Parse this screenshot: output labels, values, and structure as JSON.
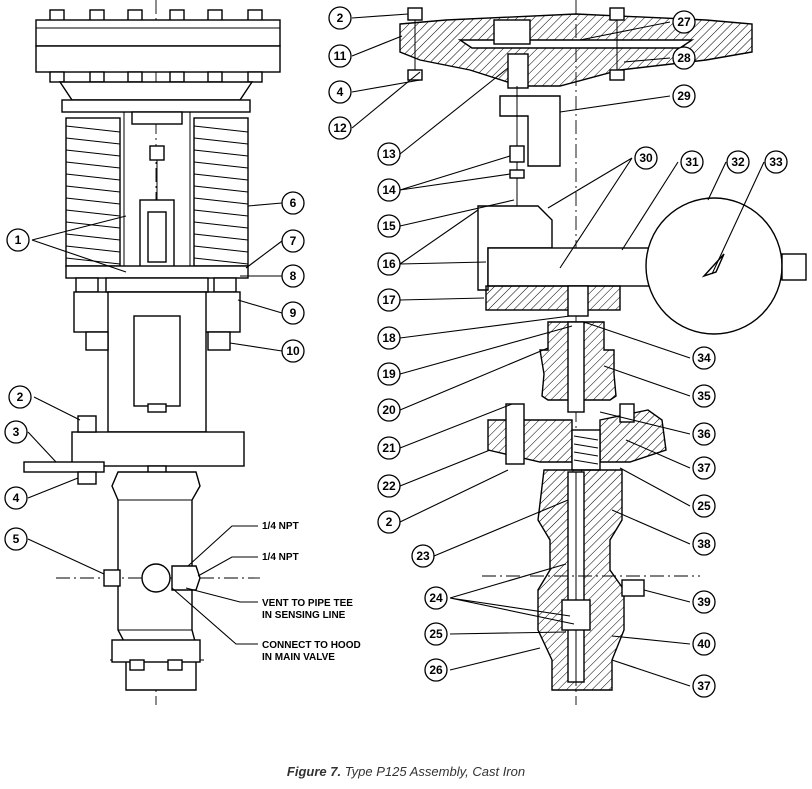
{
  "caption": {
    "label": "Figure 7.",
    "text": " Type P125 Assembly, Cast Iron"
  },
  "notes": {
    "npt_upper": "1/4 NPT",
    "npt_lower": "1/4 NPT",
    "vent_line1": "VENT TO PIPE TEE",
    "vent_line2": "IN SENSING LINE",
    "connect_line1": "CONNECT TO HOOD",
    "connect_line2": "IN MAIN VALVE"
  },
  "callouts": {
    "left": [
      "1",
      "2",
      "3",
      "4",
      "5",
      "6",
      "7",
      "8",
      "9",
      "10"
    ],
    "right": [
      "2",
      "11",
      "4",
      "12",
      "13",
      "14",
      "15",
      "16",
      "17",
      "18",
      "19",
      "20",
      "21",
      "22",
      "2",
      "23",
      "24",
      "25",
      "26",
      "27",
      "28",
      "29",
      "30",
      "31",
      "32",
      "33",
      "34",
      "35",
      "36",
      "37",
      "25",
      "38",
      "39",
      "40",
      "37"
    ]
  }
}
